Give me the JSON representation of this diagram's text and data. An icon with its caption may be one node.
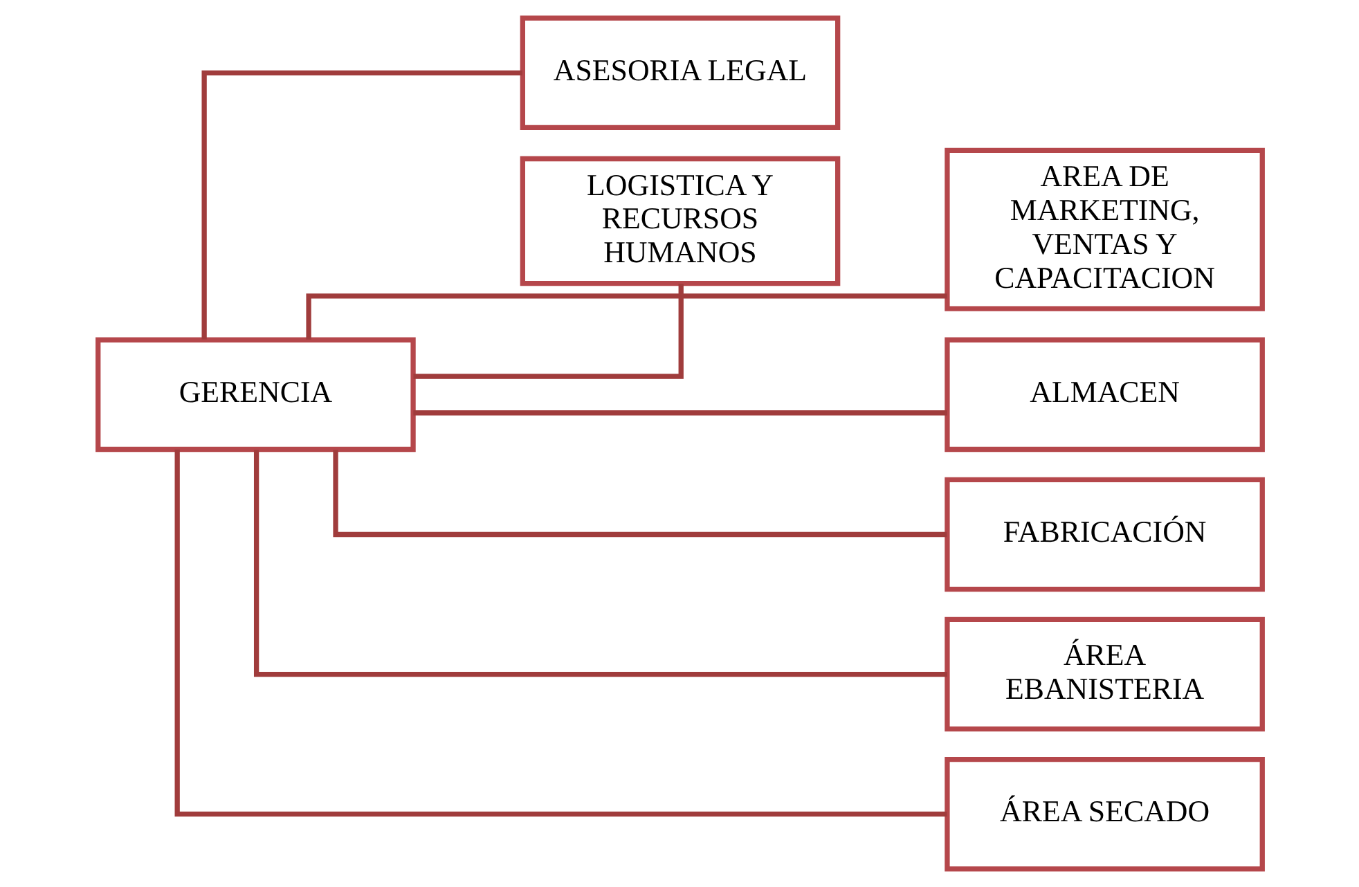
{
  "diagram": {
    "nodes": [
      {
        "text": [
          "GERENCIA"
        ]
      },
      {
        "text": [
          "ASESORIA LEGAL"
        ]
      },
      {
        "text": [
          "LOGISTICA Y RECURSOS HUMANOS"
        ]
      },
      {
        "text": [
          "AREA DE MARKETING, VENTAS Y CAPACITACION"
        ]
      },
      {
        "text": [
          "ALMACEN"
        ]
      },
      {
        "text": [
          "FABRICACIÓN"
        ]
      },
      {
        "text": [
          "ÁREA EBANISTERIA"
        ]
      },
      {
        "text": [
          "ÁREA SECADO"
        ]
      }
    ],
    "edges": [
      {
        "from": 0,
        "to": 1,
        "arrow": "none"
      },
      {
        "from": 0,
        "to": 2,
        "arrow": "none"
      },
      {
        "from": 0,
        "to": 3,
        "arrow": "none"
      },
      {
        "from": 0,
        "to": 4,
        "arrow": "none"
      },
      {
        "from": 0,
        "to": 5,
        "arrow": "none"
      },
      {
        "from": 0,
        "to": 6,
        "arrow": "none"
      },
      {
        "from": 0,
        "to": 7,
        "arrow": "none"
      }
    ]
  }
}
